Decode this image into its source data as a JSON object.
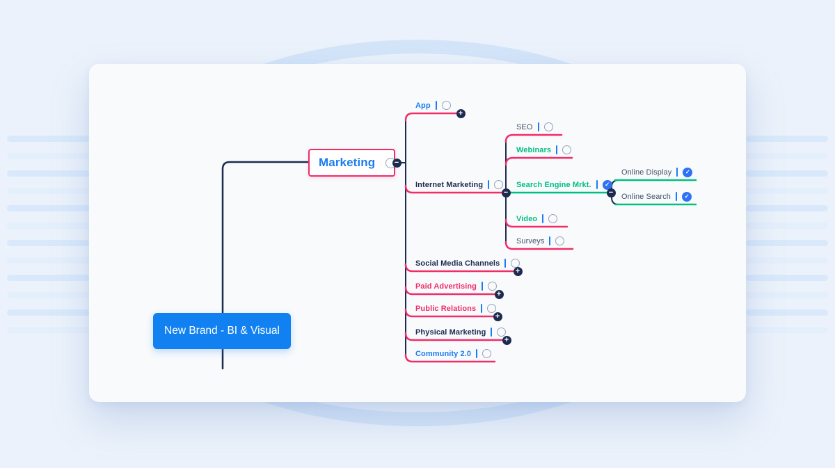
{
  "colors": {
    "pink": "#f12d68",
    "navy": "#1d2b4f",
    "green": "#00bf82",
    "blue": "#1b7cf0",
    "check": "#2d72f5",
    "rootblue": "#1181f1"
  },
  "root_node": {
    "label": "New Brand - BI & Visual"
  },
  "main_topic": {
    "label": "Marketing"
  },
  "nodes": {
    "app": {
      "label": "App",
      "checked": false
    },
    "internet_marketing": {
      "label": "Internet Marketing",
      "checked": false
    },
    "seo": {
      "label": "SEO",
      "checked": false
    },
    "webinars": {
      "label": "Webinars",
      "checked": false
    },
    "search_engine_mrkt": {
      "label": "Search Engine Mrkt.",
      "checked": true
    },
    "online_display": {
      "label": "Online Display",
      "checked": true
    },
    "online_search": {
      "label": "Online Search",
      "checked": true
    },
    "video": {
      "label": "Video",
      "checked": false
    },
    "surveys": {
      "label": "Surveys",
      "checked": false
    },
    "social_media_channels": {
      "label": "Social Media Channels",
      "checked": false
    },
    "paid_advertising": {
      "label": "Paid Advertising",
      "checked": false
    },
    "public_relations": {
      "label": "Public Relations",
      "checked": false
    },
    "physical_marketing": {
      "label": "Physical Marketing",
      "checked": false
    },
    "community_20": {
      "label": "Community 2.0",
      "checked": false
    }
  },
  "structure": {
    "New Brand - BI & Visual": {
      "Marketing": {
        "App": {},
        "Internet Marketing": {
          "SEO": {},
          "Webinars": {},
          "Search Engine Mrkt.": {
            "Online Display": {},
            "Online Search": {}
          },
          "Video": {},
          "Surveys": {}
        },
        "Social Media Channels": {},
        "Paid Advertising": {},
        "Public Relations": {},
        "Physical Marketing": {},
        "Community 2.0": {}
      }
    }
  },
  "icons": {
    "collapse": "−",
    "expand": "+",
    "check": "✓"
  }
}
